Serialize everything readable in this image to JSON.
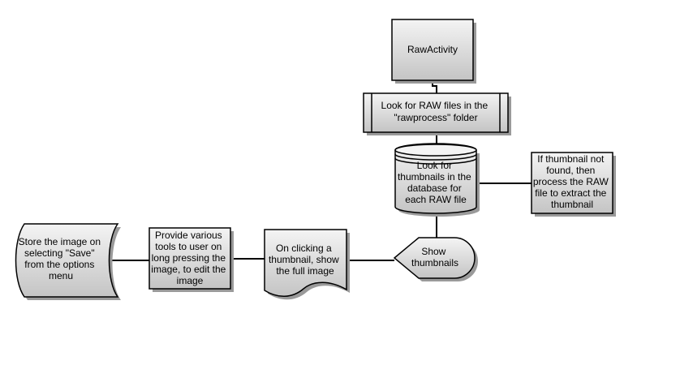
{
  "colors": {
    "shape_fill_top": "#f4f4f4",
    "shape_fill_bottom": "#c4c4c4",
    "stroke": "#000000",
    "shadow": "#9a9a9a",
    "background": "#ffffff"
  },
  "nodes": {
    "raw_activity": {
      "lines": [
        "RawActivity"
      ]
    },
    "look_raw": {
      "lines": [
        "Look for RAW files in the",
        "\"rawprocess\" folder"
      ]
    },
    "look_thumbs": {
      "lines": [
        "Look for",
        "thumbnails in the",
        "database for",
        "each RAW file"
      ]
    },
    "if_not_found": {
      "lines": [
        "If thumbnail not",
        "found, then",
        "process the RAW",
        "file to extract the",
        "thumbnail"
      ]
    },
    "show_thumbs": {
      "lines": [
        "Show",
        "thumbnails"
      ]
    },
    "on_click": {
      "lines": [
        "On clicking a",
        "thumbnail, show",
        "the full image"
      ]
    },
    "provide_tools": {
      "lines": [
        "Provide various",
        "tools to user on",
        "long pressing the",
        "image, to edit the",
        "image"
      ]
    },
    "store_image": {
      "lines": [
        "Store the image on",
        "selecting \"Save\"",
        "from the options",
        "menu"
      ]
    }
  }
}
